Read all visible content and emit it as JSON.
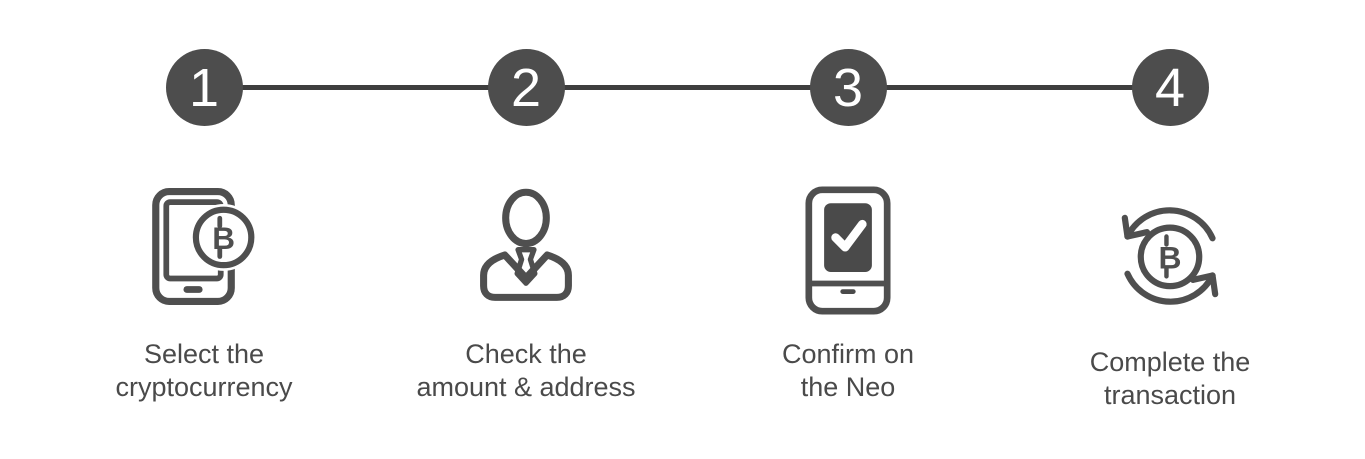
{
  "colors": {
    "background": "#ffffff",
    "step_circle_fill": "#4d4d4d",
    "step_number_text": "#ffffff",
    "connector_line": "#3e3e3e",
    "icon_stroke": "#4f4f4f",
    "label_text": "#4a4a4a",
    "device_screen_fill": "#4a4a4a",
    "checkmark": "#ffffff"
  },
  "bitcoin_symbol": "B",
  "steps": [
    {
      "number": "1",
      "icon": "phone-bitcoin-icon",
      "label_line1": "Select the",
      "label_line2": "cryptocurrency"
    },
    {
      "number": "2",
      "icon": "person-tie-icon",
      "label_line1": "Check the",
      "label_line2": "amount & address"
    },
    {
      "number": "3",
      "icon": "device-checkmark-icon",
      "label_line1": "Confirm on",
      "label_line2": "the Neo"
    },
    {
      "number": "4",
      "icon": "exchange-bitcoin-icon",
      "label_line1": "Complete the",
      "label_line2": "transaction"
    }
  ]
}
